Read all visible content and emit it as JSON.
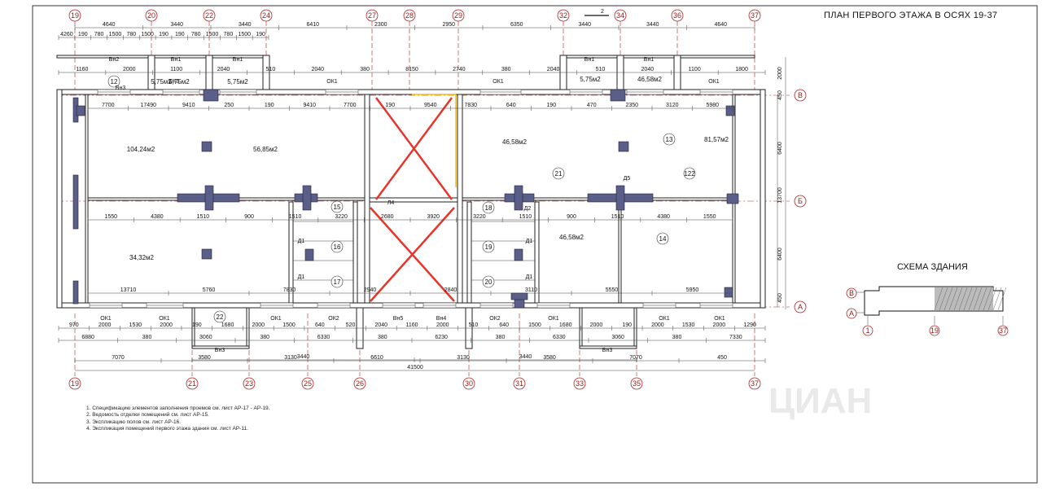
{
  "title": "ПЛАН ПЕРВОГО ЭТАЖА В ОСЯХ 19-37",
  "schema_title": "СХЕМА ЗДАНИЯ",
  "section_mark": "2",
  "watermark": "ЦИАН",
  "axes_top": [
    "19",
    "20",
    "22",
    "24",
    "27",
    "28",
    "29",
    "32",
    "34",
    "36",
    "37"
  ],
  "axes_bottom": [
    "19",
    "21",
    "23",
    "25",
    "26",
    "30",
    "31",
    "33",
    "35",
    "37"
  ],
  "axes_rows": [
    "В",
    "Б",
    "А"
  ],
  "schema_axes": {
    "rows": [
      "В",
      "А"
    ],
    "cols": [
      "1",
      "19",
      "37"
    ]
  },
  "rooms": [
    {
      "num": "12",
      "area": "5,75м2"
    },
    {
      "num": "",
      "area": "5,75м2"
    },
    {
      "num": "",
      "area": "5,75м2"
    },
    {
      "num": "",
      "area": "5,75м2"
    },
    {
      "num": "",
      "area": "46,58м2"
    },
    {
      "num": "",
      "area": "104,24м2"
    },
    {
      "num": "",
      "area": "56,85м2"
    },
    {
      "num": "",
      "area": "46,58м2"
    },
    {
      "num": "13",
      "area": "81,57м2"
    },
    {
      "num": "",
      "area": "34,32м2"
    },
    {
      "num": "",
      "area": "46,58м2"
    },
    {
      "num": "14",
      "area": ""
    },
    {
      "num": "15",
      "area": ""
    },
    {
      "num": "16",
      "area": ""
    },
    {
      "num": "17",
      "area": ""
    },
    {
      "num": "18",
      "area": ""
    },
    {
      "num": "19",
      "area": ""
    },
    {
      "num": "20",
      "area": ""
    },
    {
      "num": "21",
      "area": ""
    },
    {
      "num": "122",
      "area": ""
    },
    {
      "num": "22",
      "area": ""
    }
  ],
  "labels": [
    "Вн2",
    "Вн1",
    "Вн1",
    "Вн1",
    "Вн1",
    "Вн3",
    "ОК1",
    "ОК1",
    "ОК1",
    "ОК1",
    "Д5",
    "Д1",
    "Д1",
    "Д1",
    "Д1",
    "Д2",
    "Л4",
    "ОК1",
    "ОК1",
    "ОК1",
    "ОК2",
    "Вн5",
    "Вн4",
    "ОК2",
    "ОК1",
    "ОК1",
    "ОК1",
    "Вн3",
    "Вн3"
  ],
  "dims_top_row1": [
    "4640",
    "3440",
    "3440",
    "6410",
    "2300",
    "2950",
    "6350",
    "3440",
    "3440",
    "4640"
  ],
  "dims_top_row2": [
    "4260",
    "190",
    "780",
    "1500",
    "780",
    "1500",
    "190",
    "190",
    "780",
    "1500",
    "780",
    "1500",
    "190"
  ],
  "dims_top_row3": [
    "1160",
    "2000",
    "1100",
    "2040",
    "510",
    "2040",
    "380",
    "8150",
    "2740",
    "380",
    "2040",
    "510",
    "2040",
    "1100",
    "1800"
  ],
  "dims_mid": [
    "7700",
    "17490",
    "9410",
    "250",
    "190",
    "9410",
    "7700",
    "190",
    "9540",
    "7830",
    "640",
    "190",
    "470",
    "2350",
    "3120",
    "5980"
  ],
  "dims_b_row": [
    "1550",
    "4380",
    "1510",
    "900",
    "1510",
    "3220",
    "2680",
    "3920",
    "3220",
    "1510",
    "900",
    "1510",
    "4380",
    "1550"
  ],
  "dims_lower": [
    "13710",
    "5760",
    "7830",
    "2940",
    "2840",
    "3110",
    "5550",
    "5950"
  ],
  "dims_bottom_row1": [
    "970",
    "2000",
    "1530",
    "2000",
    "190",
    "1680",
    "2000",
    "1500",
    "640",
    "520",
    "2040",
    "1160",
    "2000",
    "510",
    "640",
    "1500",
    "1680",
    "2000",
    "190",
    "2000",
    "1530",
    "2000",
    "1290"
  ],
  "dims_bottom_row2": [
    "6880",
    "380",
    "3060",
    "380",
    "6330",
    "380",
    "6230",
    "380",
    "6330",
    "3060",
    "380",
    "7330"
  ],
  "dims_bottom_row3": [
    "7070",
    "3580",
    "3130",
    "6610",
    "3130",
    "3580",
    "7070",
    "450"
  ],
  "dims_bottom_row4": [
    "3440",
    "3440"
  ],
  "dims_total": "41500",
  "dims_right": [
    "2000",
    "450",
    "6400",
    "13700",
    "6400",
    "450"
  ],
  "notes": [
    "1. Спецификацию элементов заполнения проемов см. лист АР-17 - АР-19.",
    "2. Ведомость отделки помещений см. лист АР-15.",
    "3. Экспликацию полов см. лист АР-16.",
    "4. Экспликация помещений первого этажа здания см. лист АР-11."
  ],
  "colors": {
    "axis": "#b22222",
    "red_cross": "#e8352a",
    "column_fill": "#5a5f8a",
    "wall": "#222222",
    "door": "#f0c000"
  }
}
